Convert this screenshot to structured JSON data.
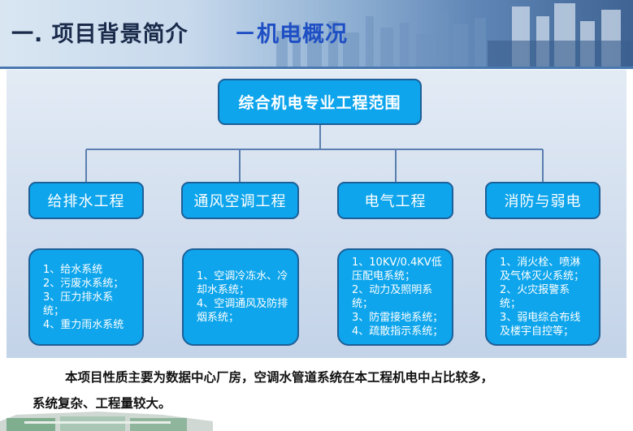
{
  "header": {
    "title": "一. 项目背景简介",
    "subtitle": "－机电概况"
  },
  "diagram": {
    "root": "综合机电专业工程范围",
    "categories": [
      {
        "label": "给排水工程",
        "items": [
          "1、给水系统",
          "2、污废水系统；",
          "3、压力排水系统；",
          "4、重力雨水系统"
        ]
      },
      {
        "label": "通风空调工程",
        "items": [
          "1、空调冷冻水、冷却水系统；",
          "4、空调通风及防排烟系统；"
        ]
      },
      {
        "label": "电气工程",
        "items": [
          "1、10KV/0.4KV低压配电系统；",
          "2、动力及照明系统；",
          "3、防雷接地系统；",
          "4、疏散指示系统；"
        ]
      },
      {
        "label": "消防与弱电",
        "items": [
          "1、消火栓、喷淋及气体灭火系统；",
          "2、火灾报警系统；",
          "3、弱电综合布线及楼宇自控等；"
        ]
      }
    ]
  },
  "body": {
    "line1": "本项目性质主要为数据中心厂房，空调水管道系统在本工程机电中占比较多，",
    "line2": "系统复杂、工程量较大。"
  },
  "colors": {
    "box_fill": "#0ea5ec",
    "box_border": "#1d5f98",
    "subtitle": "#1f4fc4"
  }
}
